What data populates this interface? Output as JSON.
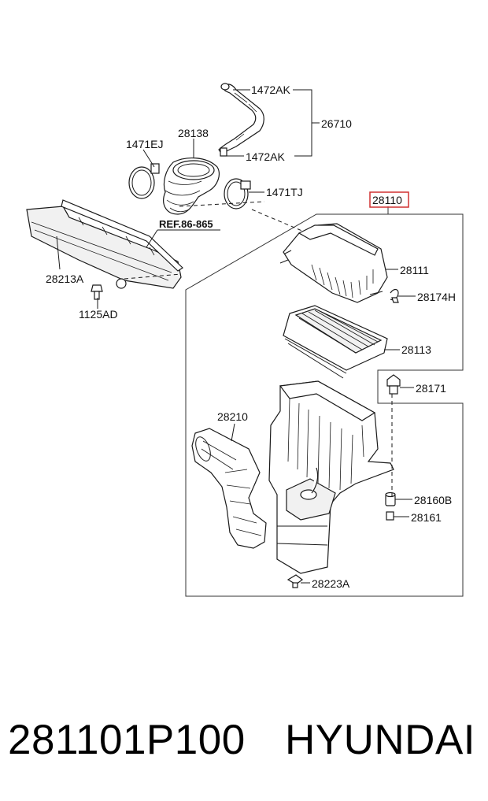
{
  "diagram": {
    "callouts": {
      "c_1472AK_top": "1472AK",
      "c_26710": "26710",
      "c_28138": "28138",
      "c_1471EJ": "1471EJ",
      "c_1472AK_bot": "1472AK",
      "c_1471TJ": "1471TJ",
      "c_28110": "28110",
      "c_ref": "REF.86-865",
      "c_28213A": "28213A",
      "c_1125AD": "1125AD",
      "c_28111": "28111",
      "c_28174H": "28174H",
      "c_28113": "28113",
      "c_28171": "28171",
      "c_28210": "28210",
      "c_28160B": "28160B",
      "c_28161": "28161",
      "c_28223A": "28223A"
    },
    "highlight_color": "#d03030"
  },
  "caption": {
    "part_number": "281101P100",
    "brand": "HYUNDAI"
  }
}
